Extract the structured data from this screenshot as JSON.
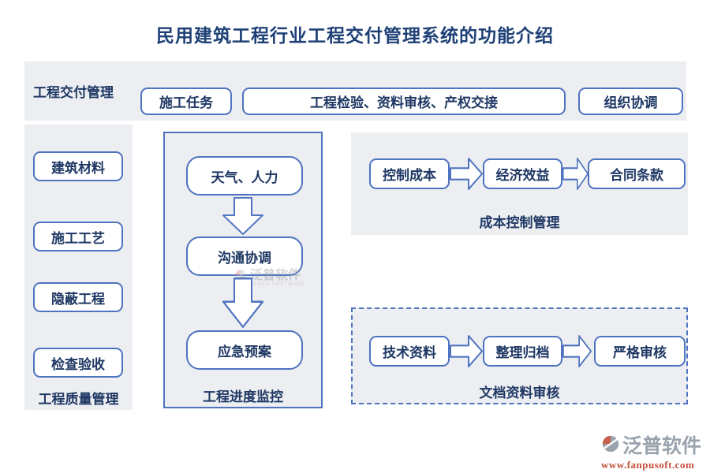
{
  "title": "民用建筑工程行业工程交付管理系统的功能介绍",
  "colors": {
    "accent_blue": "#4f73c0",
    "text_navy": "#1f3864",
    "panel_gray": "#eceef1",
    "logo_gray": "#9aa3ad",
    "logo_red": "#c9604a",
    "url_red": "#c44f3c"
  },
  "top_band": {
    "label": "工程交付管理",
    "boxes": [
      "施工任务",
      "工程检验、资料审核、产权交接",
      "组织协调"
    ]
  },
  "quality_panel": {
    "label": "工程质量管理",
    "boxes": [
      "建筑材料",
      "施工工艺",
      "隐蔽工程",
      "检查验收"
    ]
  },
  "progress_panel": {
    "label": "工程进度监控",
    "steps": [
      "天气、人力",
      "沟通协调",
      "应急预案"
    ]
  },
  "cost_panel": {
    "label": "成本控制管理",
    "steps": [
      "控制成本",
      "经济效益",
      "合同条款"
    ]
  },
  "doc_panel": {
    "label": "文档资料审核",
    "steps": [
      "技术资料",
      "整理归档",
      "严格审核"
    ]
  },
  "watermark": {
    "name": "泛普软件",
    "subtext": "FANPU SOFTWARE"
  },
  "logo": {
    "name": "泛普软件",
    "url": "www.fanpusoft.com"
  }
}
